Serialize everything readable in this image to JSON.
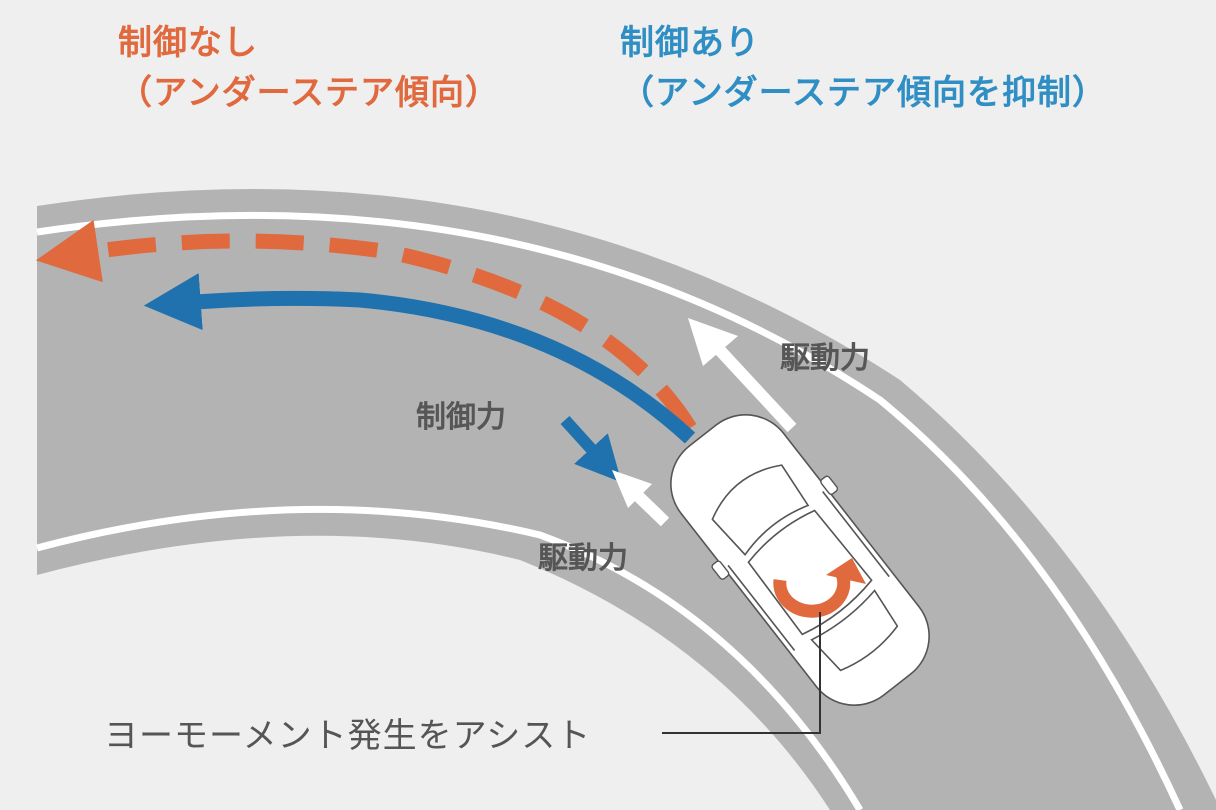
{
  "headings": {
    "without_control": {
      "line1": "制御なし",
      "line2": "（アンダーステア傾向）",
      "color": "#e0693d"
    },
    "with_control": {
      "line1": "制御あり",
      "line2": "（アンダーステア傾向を抑制）",
      "color": "#2f8fc4"
    }
  },
  "labels": {
    "drive_force_top": "駆動力",
    "control_force": "制御力",
    "drive_force_bottom": "駆動力"
  },
  "annotation": "ヨーモーメント発生をアシスト",
  "colors": {
    "background": "#efefef",
    "road": "#b3b3b3",
    "lane_line": "#ffffff",
    "path_without_control": "#e0693d",
    "path_with_control": "#1f72ad",
    "yaw_arrow": "#e0693d",
    "car": "#ffffff"
  },
  "icons": [
    "car-icon",
    "yaw-moment-arrow-icon",
    "drive-force-arrow-icon",
    "control-force-arrow-icon"
  ]
}
